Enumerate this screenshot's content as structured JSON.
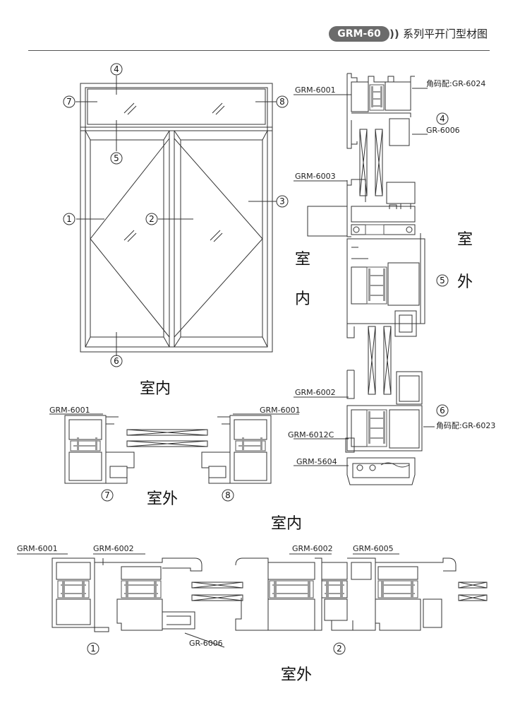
{
  "header": {
    "series_badge": "GRM-60",
    "chevron": "))",
    "title": "系列平开门型材图"
  },
  "labels": {
    "n1": "1",
    "n2": "2",
    "n3": "3",
    "n4": "4",
    "n5": "5",
    "n6": "6",
    "n7": "7",
    "n8": "8",
    "indoor": "室内",
    "outdoor": "室外",
    "shi": "室",
    "nei": "内",
    "wai": "外",
    "grm6001": "GRM-6001",
    "grm6002": "GRM-6002",
    "grm6003": "GRM-6003",
    "grm6005": "GRM-6005",
    "grm6012c": "GRM-6012C",
    "grm5604": "GRM-5604",
    "gr6006": "GR-6006",
    "corner6024": "角码配:GR-6024",
    "corner6023": "角码配:GR-6023"
  },
  "colors": {
    "line": "#333333",
    "glass": "#888888",
    "badge": "#6b6b6b"
  }
}
